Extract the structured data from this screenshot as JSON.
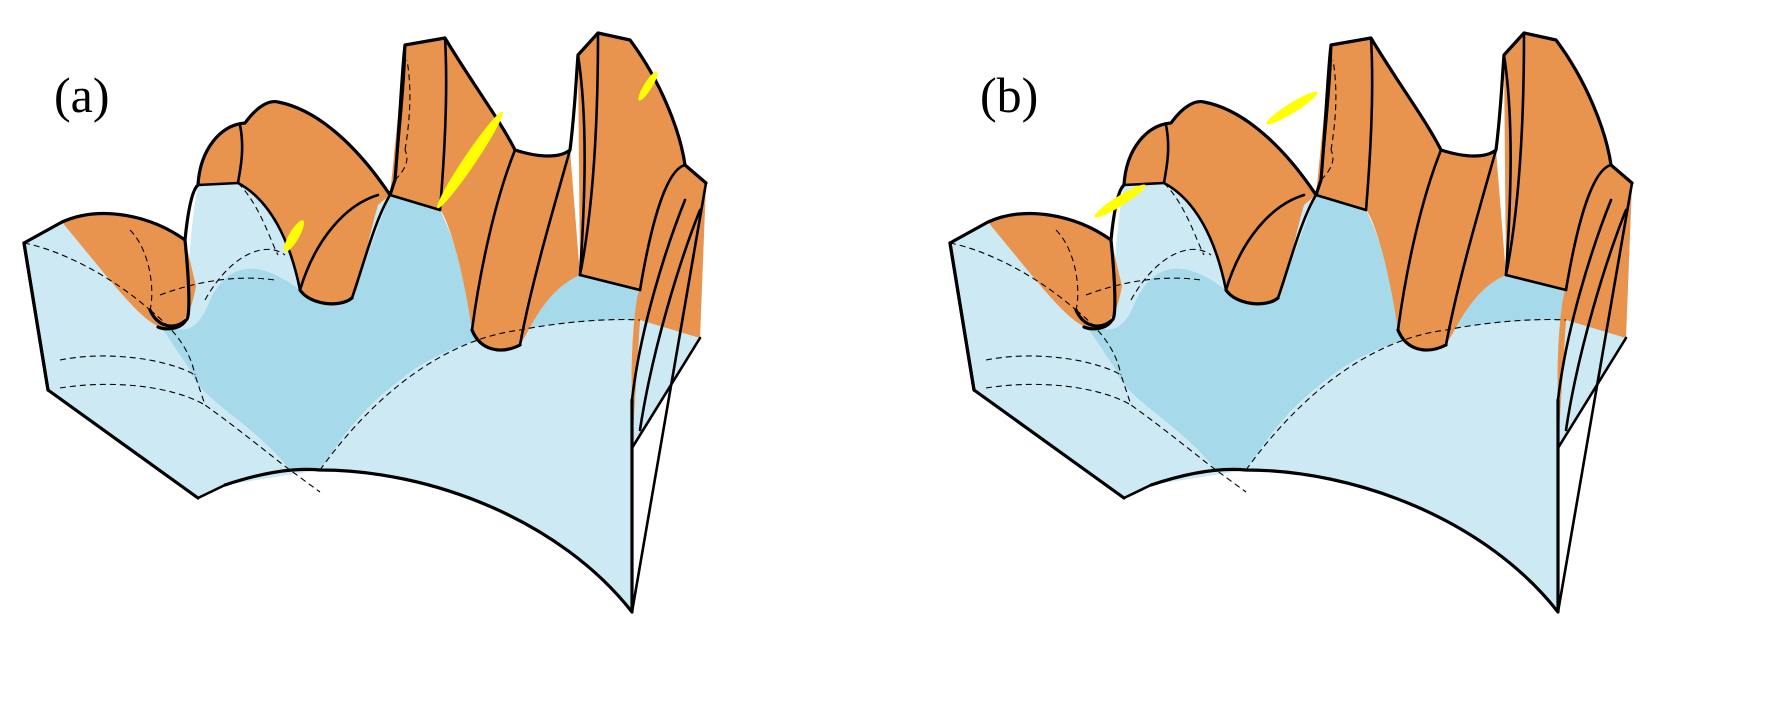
{
  "panels": [
    {
      "label": "(a)",
      "contact_count": 3
    },
    {
      "label": "(b)",
      "contact_count": 2
    }
  ],
  "colors": {
    "tooth_surface": "#E8944F",
    "gear_face_light": "#CDE9F4",
    "gear_face_dark": "#A6DAEA",
    "contact_pattern": "#FFFF00",
    "outline": "#000000"
  }
}
